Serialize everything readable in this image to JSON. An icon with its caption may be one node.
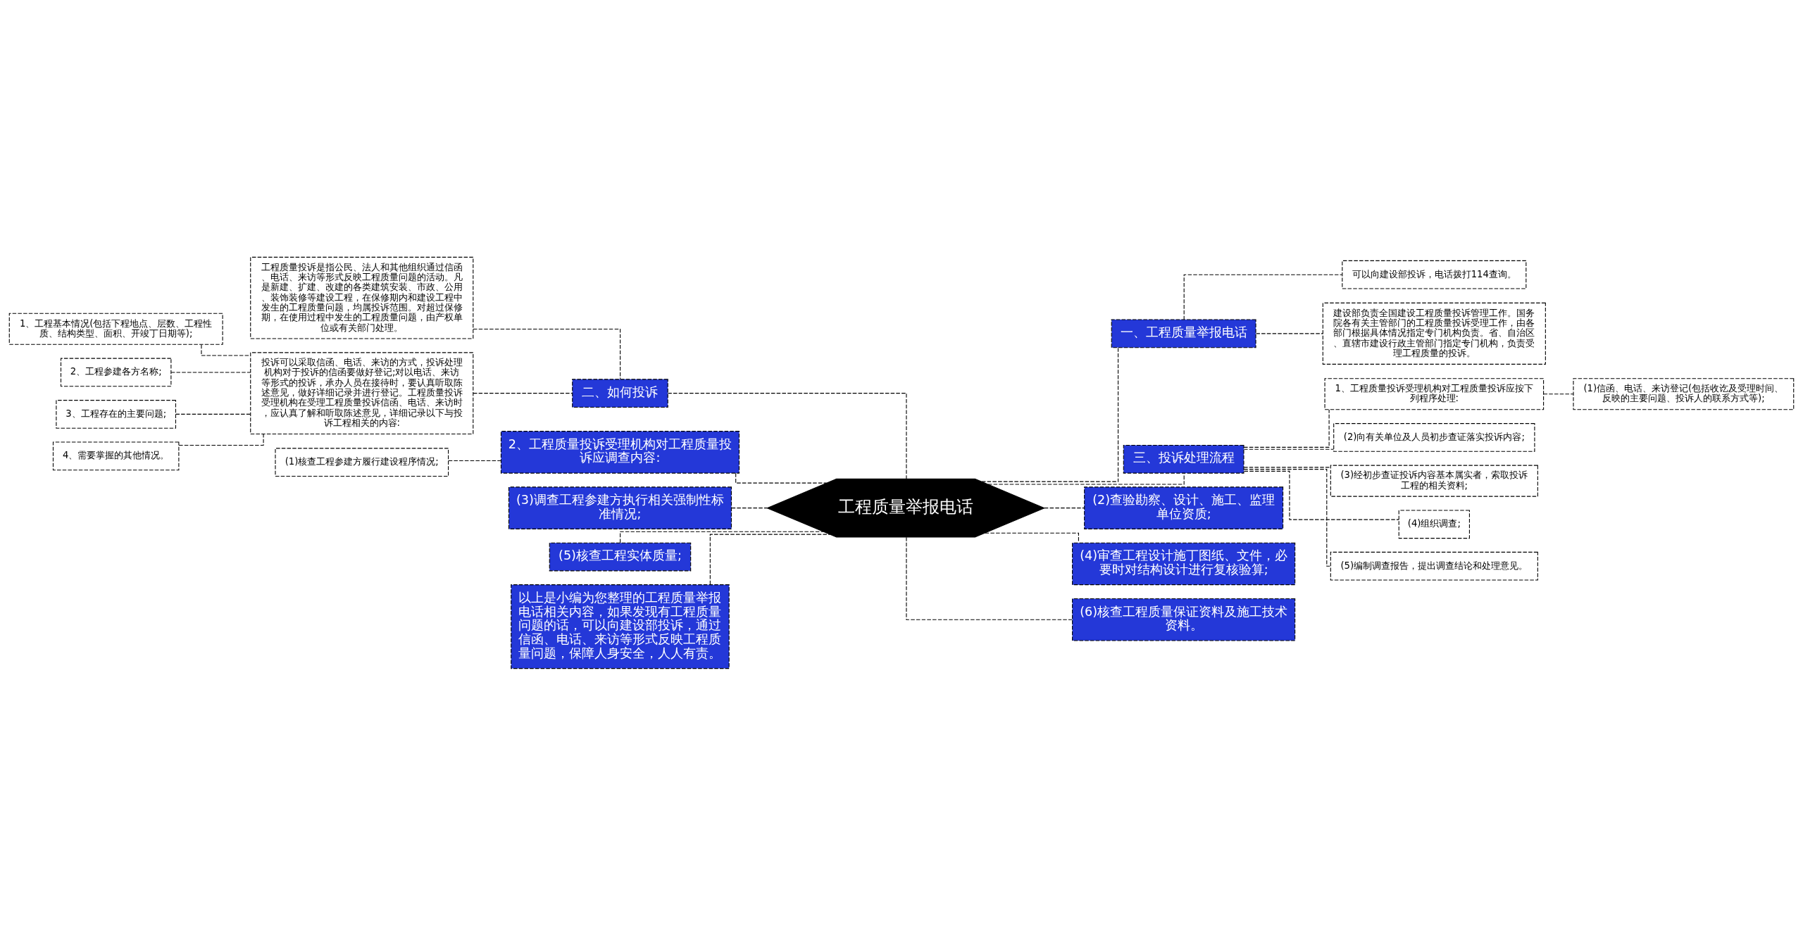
{
  "diagram": {
    "nodes": [
      {
        "text": [
          "工程质量举报电话"
        ]
      },
      {
        "text": [
          "一、工程质量举报电话"
        ]
      },
      {
        "text": [
          "可以向建设部投诉，电话拨打114查询。"
        ]
      },
      {
        "text": [
          "建设部负责全国建设工程质量投诉管理工作。国务院各有关主管部门的工程质量投诉受理工作，由各部门根据具体情况指定专门机构负责。省、自治区、直辖市建设行政主管部门指定专门机构，负责受理工程质量的投诉。"
        ]
      },
      {
        "text": [
          "三、投诉处理流程"
        ]
      },
      {
        "text": [
          "1、工程质量投诉受理机构对工程质量投诉应按下列程序处理:"
        ]
      },
      {
        "text": [
          "(1)信函、电话、来访登记(包括收讫及受理时间、反映的主要问题、投诉人的联系方式等);"
        ]
      },
      {
        "text": [
          "(2)向有关单位及人员初步查证落实投诉内容;"
        ]
      },
      {
        "text": [
          "(3)经初步查证投诉内容基本属实者，索取投诉工程的相关资料;"
        ]
      },
      {
        "text": [
          "(4)组织调查;"
        ]
      },
      {
        "text": [
          "(5)编制调查报告，提出调查结论和处理意见。"
        ]
      },
      {
        "text": [
          "(2)查验勘察、设计、施工、监理单位资质;"
        ]
      },
      {
        "text": [
          "(4)审查工程设计施丁图纸、文件，必要时对结构设计进行复核验算;"
        ]
      },
      {
        "text": [
          "(6)核查工程质量保证资料及施工技术资料。"
        ]
      },
      {
        "text": [
          "二、如何投诉"
        ]
      },
      {
        "text": [
          "工程质量投诉是指公民、法人和其他组织通过信函、电话、来访等形式反映工程质量问题的活动。凡是新建、扩建、改建的各类建筑安装、市政、公用、装饰装修等建设工程，在保修期内和建设工程中发生的工程质量问题，均属投诉范围。对超过保修期，在使用过程中发生的工程质量问题，由产权单位或有关部门处理。"
        ]
      },
      {
        "text": [
          "投诉可以采取信函、电话、来访的方式，投诉处理机构对于投诉的信函要做好登记;对以电话、来访等形式的投诉，承办人员在接待时，要认真听取陈述意见，做好详细记录并进行登记。工程质量投诉受理机构在受理工程质量投诉信函、电话、来访时，应认真了解和听取陈述意见，详细记录以下与投诉工程相关的内容:"
        ]
      },
      {
        "text": [
          "1、工程基本情况(包括下程地点、层数、工程性质、结构类型、面积、开竣丁日期等);"
        ]
      },
      {
        "text": [
          "2、工程参建各方名称;"
        ]
      },
      {
        "text": [
          "3、工程存在的主要问题;"
        ]
      },
      {
        "text": [
          "4、需要掌握的其他情况。"
        ]
      },
      {
        "text": [
          "2、工程质量投诉受理机构对工程质量投诉应调查内容:"
        ]
      },
      {
        "text": [
          "(1)核查工程参建方履行建设程序情况;"
        ]
      },
      {
        "text": [
          "(3)调查工程参建方执行相关强制性标准情况;"
        ]
      },
      {
        "text": [
          "(5)核查工程实体质量;"
        ]
      },
      {
        "text": [
          "以上是小编为您整理的工程质量举报电话相关内容，如果发现有工程质量问题的话，可以向建设部投诉，通过信函、电话、来访等形式反映工程质量问题，保障人身安全，人人有责。"
        ]
      }
    ],
    "edges": [
      {
        "from": 0,
        "to": 1,
        "arrow": "none",
        "style": "dashed"
      },
      {
        "from": 1,
        "to": 2,
        "arrow": "none",
        "style": "dashed"
      },
      {
        "from": 1,
        "to": 3,
        "arrow": "none",
        "style": "dashed"
      },
      {
        "from": 0,
        "to": 4,
        "arrow": "none",
        "style": "dashed"
      },
      {
        "from": 4,
        "to": 5,
        "arrow": "none",
        "style": "dashed"
      },
      {
        "from": 5,
        "to": 6,
        "arrow": "none",
        "style": "dashed"
      },
      {
        "from": 4,
        "to": 7,
        "arrow": "none",
        "style": "dashed"
      },
      {
        "from": 4,
        "to": 8,
        "arrow": "none",
        "style": "dashed"
      },
      {
        "from": 4,
        "to": 9,
        "arrow": "none",
        "style": "dashed"
      },
      {
        "from": 4,
        "to": 10,
        "arrow": "none",
        "style": "dashed"
      },
      {
        "from": 0,
        "to": 11,
        "arrow": "none",
        "style": "dashed"
      },
      {
        "from": 0,
        "to": 12,
        "arrow": "none",
        "style": "dashed"
      },
      {
        "from": 0,
        "to": 13,
        "arrow": "none",
        "style": "dashed"
      },
      {
        "from": 0,
        "to": 14,
        "arrow": "none",
        "style": "dashed"
      },
      {
        "from": 14,
        "to": 15,
        "arrow": "none",
        "style": "dashed"
      },
      {
        "from": 14,
        "to": 16,
        "arrow": "none",
        "style": "dashed"
      },
      {
        "from": 16,
        "to": 17,
        "arrow": "none",
        "style": "dashed"
      },
      {
        "from": 16,
        "to": 18,
        "arrow": "none",
        "style": "dashed"
      },
      {
        "from": 16,
        "to": 19,
        "arrow": "none",
        "style": "dashed"
      },
      {
        "from": 16,
        "to": 20,
        "arrow": "none",
        "style": "dashed"
      },
      {
        "from": 0,
        "to": 21,
        "arrow": "none",
        "style": "dashed"
      },
      {
        "from": 21,
        "to": 22,
        "arrow": "none",
        "style": "dashed"
      },
      {
        "from": 0,
        "to": 23,
        "arrow": "none",
        "style": "dashed"
      },
      {
        "from": 0,
        "to": 24,
        "arrow": "none",
        "style": "dashed"
      },
      {
        "from": 0,
        "to": 25,
        "arrow": "none",
        "style": "dashed"
      }
    ]
  }
}
